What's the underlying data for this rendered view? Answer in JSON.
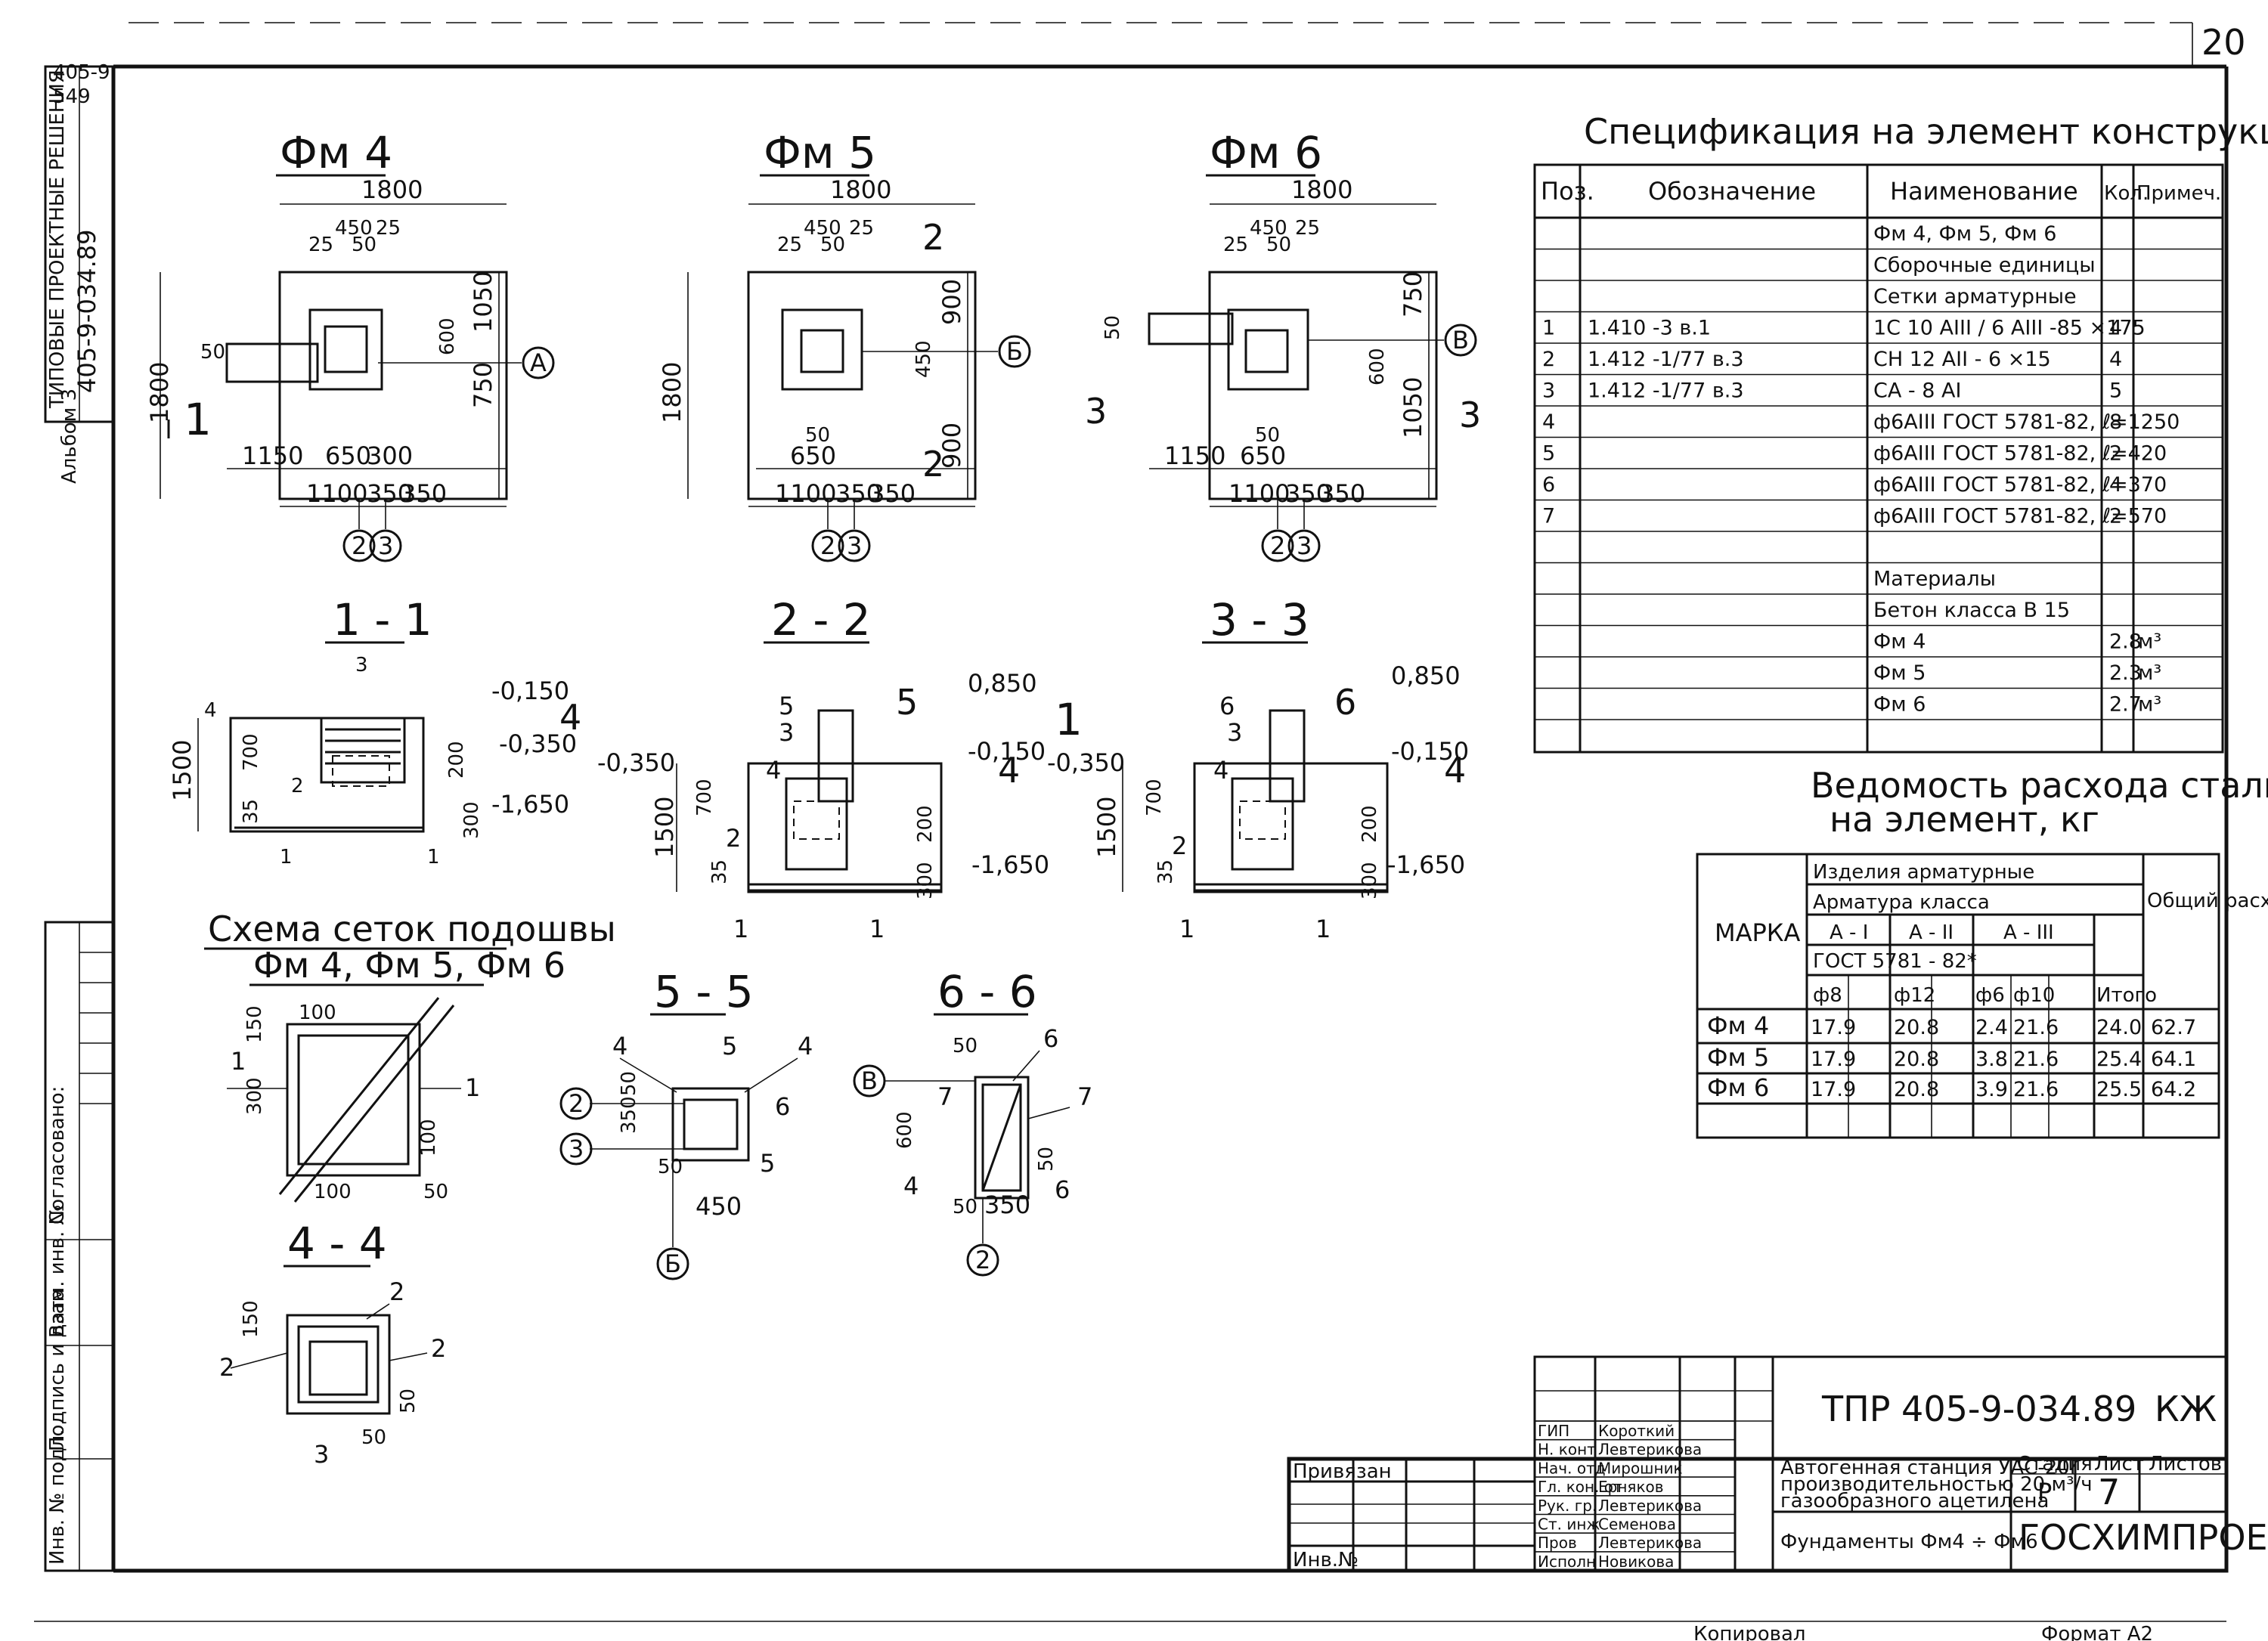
{
  "sheet": {
    "page_number": "20",
    "corner_stamp_1": "405-9",
    "corner_stamp_2": "549",
    "left_strip_1": "ТИПОВЫЕ ПРОЕКТНЫЕ РЕШЕНИЯ",
    "left_strip_2": "405-9-034.89",
    "left_strip_3": "Альбом 3",
    "approval_label": "Согласовано:",
    "side_labels": [
      "Взам. инв. №",
      "Подпись и дата",
      "Инв. № подл."
    ],
    "copied_label": "Копировал",
    "format_label": "Формат А2"
  },
  "plans": [
    {
      "title": "Фм 4",
      "w": "1800",
      "h": "1800",
      "d450": "450",
      "d25": "25",
      "d50": "50",
      "d1150": "1150",
      "d650": "650",
      "d300": "300",
      "d1100": "1100",
      "d350": "350",
      "d1050": "1050",
      "d750": "750",
      "d600": "600",
      "axis": "А",
      "cut": "1",
      "b1": "2",
      "b2": "3"
    },
    {
      "title": "Фм 5",
      "w": "1800",
      "h": "1800",
      "d450": "450",
      "d25": "25",
      "d50": "50",
      "d1150": "",
      "d650": "650",
      "d300": "",
      "d1100": "1100",
      "d350": "350",
      "d1050": "",
      "d750": "",
      "d600": "",
      "d900": "900",
      "axis": "Б",
      "cut": "2",
      "b1": "2",
      "b2": "3"
    },
    {
      "title": "Фм 6",
      "w": "1800",
      "h": "1800",
      "d450": "450",
      "d25": "25",
      "d50": "50",
      "d1150": "1150",
      "d650": "650",
      "d300": "",
      "d1100": "1100",
      "d350": "350",
      "d1050": "1050",
      "d750": "750",
      "d600": "600",
      "axis": "В",
      "cut": "3",
      "b1": "2",
      "b2": "3"
    }
  ],
  "sections": [
    {
      "title": "1 - 1",
      "top": "-0,150",
      "mid": "-0,350",
      "bot": "-1,650",
      "h": "1500",
      "h2": "700",
      "h3": "300",
      "h4": "200",
      "h5": "35",
      "pos": "3",
      "pos2": "2",
      "pos3": "1",
      "pos4": "4"
    },
    {
      "title": "2 - 2",
      "top": "0,850",
      "mid": "-0,150",
      "left": "-0,350",
      "bot": "-1,650",
      "h": "1500",
      "h2": "700",
      "h3": "300",
      "h4": "200",
      "h5": "35",
      "pos": "3",
      "pos2": "2",
      "pos3": "1",
      "pos4": "4",
      "pos5": "5"
    },
    {
      "title": "3 - 3",
      "top": "0,850",
      "mid": "-0,150",
      "left": "-0,350",
      "bot": "-1,650",
      "h": "1500",
      "h2": "700",
      "h3": "300",
      "h4": "200",
      "h5": "35",
      "pos": "3",
      "pos2": "2",
      "pos3": "1",
      "pos4": "4",
      "pos6": "6"
    }
  ],
  "mesh_scheme": {
    "title": "Схема сеток подошвы",
    "subtitle": "Фм 4, Фм 5, Фм 6",
    "d150": "150",
    "d100": "100",
    "d50": "50",
    "d300": "300",
    "pos": "1"
  },
  "section44": {
    "title": "4 - 4",
    "d150": "150",
    "d50": "50",
    "pos2": "2",
    "pos3": "3"
  },
  "section55": {
    "title": "5 - 5",
    "d450": "450",
    "d350": "350",
    "d50": "50",
    "p4": "4",
    "p5": "5",
    "p6": "6",
    "a2": "2",
    "a3": "3",
    "aB": "Б"
  },
  "section66": {
    "title": "6 - 6",
    "d600": "600",
    "d350": "350",
    "d50": "50",
    "p4": "4",
    "p6": "6",
    "p7": "7",
    "a2": "2",
    "aV": "В"
  },
  "spec": {
    "title": "Спецификация на элемент конструкции",
    "headers": [
      "Поз.",
      "Обозначение",
      "Наименование",
      "Кол.",
      "Примеч."
    ],
    "rows": [
      [
        "",
        "",
        "Фм 4, Фм 5, Фм 6",
        "",
        ""
      ],
      [
        "",
        "",
        "Сборочные единицы",
        "",
        ""
      ],
      [
        "",
        "",
        "Сетки арматурные",
        "",
        ""
      ],
      [
        "1",
        "1.410 -3 в.1",
        "1С  10 АIII / 6 АIII -85 ×175",
        "4",
        ""
      ],
      [
        "2",
        "1.412 -1/77 в.3",
        "СН 12 АII - 6 ×15",
        "4",
        ""
      ],
      [
        "3",
        "1.412 -1/77 в.3",
        "СА - 8 АI",
        "5",
        ""
      ],
      [
        "4",
        "",
        "ф6АIII ГОСТ 5781-82, ℓ=1250",
        "8",
        ""
      ],
      [
        "5",
        "",
        "ф6АIII ГОСТ 5781-82, ℓ=420",
        "2",
        ""
      ],
      [
        "6",
        "",
        "ф6АIII ГОСТ 5781-82, ℓ=370",
        "4",
        ""
      ],
      [
        "7",
        "",
        "ф6АIII ГОСТ 5781-82, ℓ=570",
        "2",
        ""
      ],
      [
        "",
        "",
        "",
        "",
        ""
      ],
      [
        "",
        "",
        "Материалы",
        "",
        ""
      ],
      [
        "",
        "",
        "Бетон класса В 15",
        "",
        ""
      ],
      [
        "",
        "",
        "Фм 4",
        "2.8",
        "м³"
      ],
      [
        "",
        "",
        "Фм 5",
        "2.3",
        "м³"
      ],
      [
        "",
        "",
        "Фм 6",
        "2.7",
        "м³"
      ],
      [
        "",
        "",
        "",
        "",
        ""
      ]
    ]
  },
  "steel": {
    "title1": "Ведомость расхода стали",
    "title2": "на элемент, кг",
    "mark_label": "МАРКА",
    "h_items": "Изделия арматурные",
    "h_class": "Арматура класса",
    "h_a1": "А - I",
    "h_a2": "А - II",
    "h_a3": "А - III",
    "h_gost": "ГОСТ 5781 - 82*",
    "h_d8": "ф8",
    "h_d12": "ф12",
    "h_d6": "ф6",
    "h_d10": "ф10",
    "h_total": "Итого",
    "h_common": "Общий расход.",
    "rows": [
      [
        "Фм 4",
        "17.9",
        "20.8",
        "2.4",
        "21.6",
        "24.0",
        "62.7"
      ],
      [
        "Фм 5",
        "17.9",
        "20.8",
        "3.8",
        "21.6",
        "25.4",
        "64.1"
      ],
      [
        "Фм 6",
        "17.9",
        "20.8",
        "3.9",
        "21.6",
        "25.5",
        "64.2"
      ]
    ]
  },
  "title_block": {
    "doc_code": "ТПР 405-9-034.89",
    "mark": "КЖ",
    "bound_label": "Привязан",
    "inv_label": "Инв.№",
    "roles": [
      "ГИП",
      "Н. конт",
      "Нач. отд",
      "Гл. кон. от",
      "Рук. гр.",
      "Ст. инж",
      "Пров",
      "Исполн"
    ],
    "names": [
      "Короткий",
      "Левтерикова",
      "Мирошник",
      "Ерняков",
      "Левтерикова",
      "Семенова",
      "Левтерикова",
      "Новикова"
    ],
    "project_1": "Автогенная станция УАС-20Г",
    "project_2": "производительностью 20 м³/ч",
    "project_3": "газообразного ацетилена",
    "sheet_name": "Фундаменты  Фм4 ÷ Фм6",
    "stage_label": "Стадия",
    "list_label": "Лист",
    "lists_label": "Листов",
    "stage": "Р",
    "list": "7",
    "org": "ГОСХИМПРОЕКТ"
  }
}
